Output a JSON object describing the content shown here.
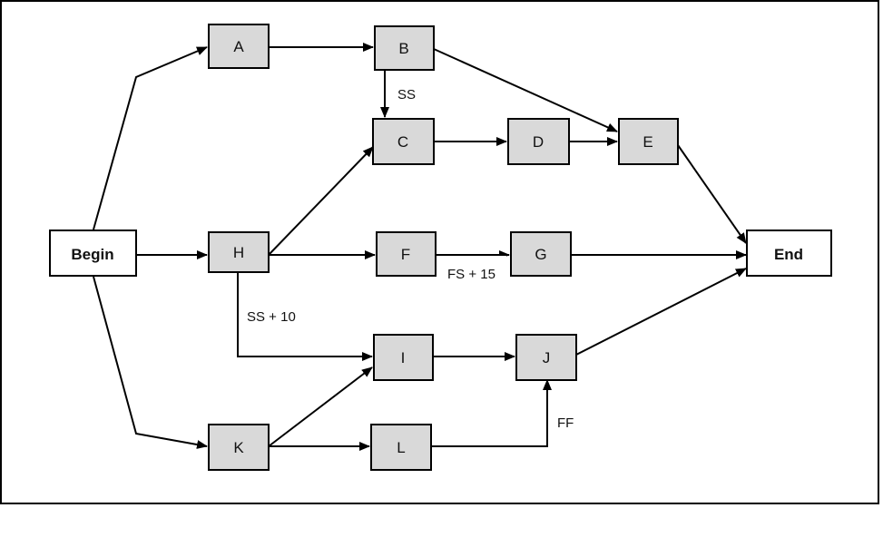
{
  "colors": {
    "task_fill": "#d9d9d9",
    "terminal_fill": "#ffffff",
    "line": "#000000"
  },
  "nodes": {
    "begin": "Begin",
    "end": "End",
    "A": "A",
    "B": "B",
    "C": "C",
    "D": "D",
    "E": "E",
    "F": "F",
    "G": "G",
    "H": "H",
    "I": "I",
    "J": "J",
    "K": "K",
    "L": "L"
  },
  "edge_labels": {
    "b_c": "SS",
    "h_i": "SS + 10",
    "f_g": "FS + 15",
    "l_j": "FF"
  }
}
